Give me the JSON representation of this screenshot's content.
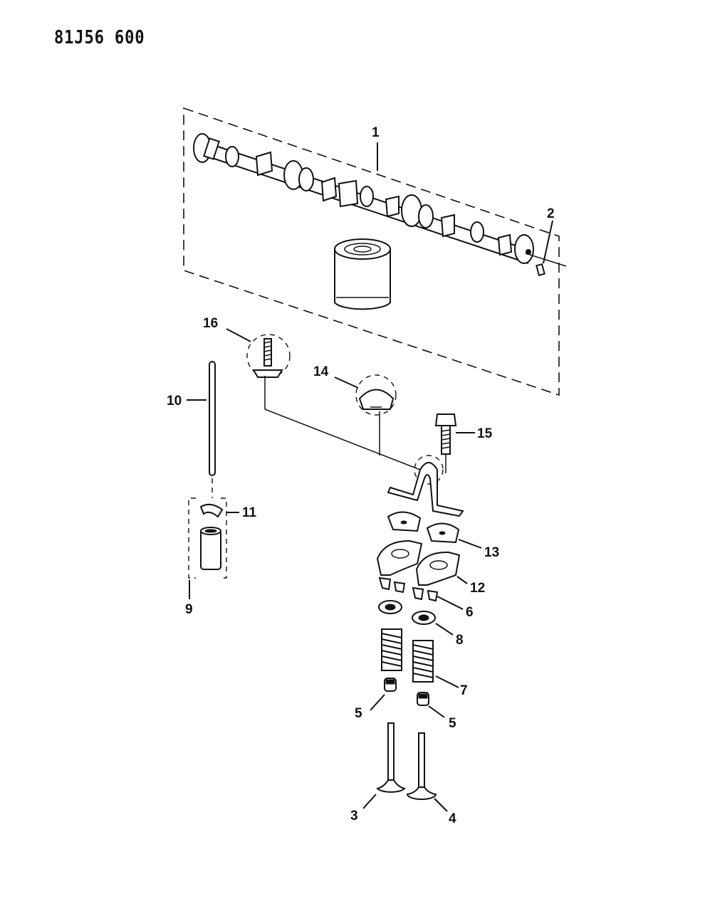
{
  "document": {
    "id": "81J56 600"
  },
  "callouts": {
    "c1": "1",
    "c2": "2",
    "c3": "3",
    "c4": "4",
    "c5a": "5",
    "c5b": "5",
    "c6": "6",
    "c7": "7",
    "c8": "8",
    "c9": "9",
    "c10": "10",
    "c11": "11",
    "c12": "12",
    "c13": "13",
    "c14": "14",
    "c15": "15",
    "c16": "16"
  }
}
